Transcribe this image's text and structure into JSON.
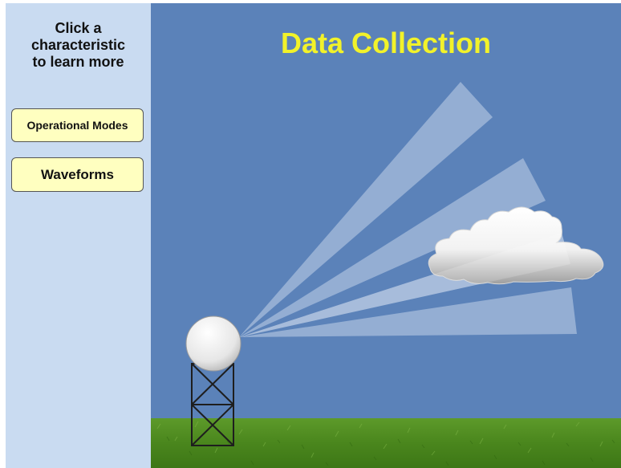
{
  "sidebar": {
    "heading_lines": [
      "Click a",
      "characteristic",
      "to learn more"
    ],
    "buttons": [
      {
        "label": "Operational Modes"
      },
      {
        "label": "Waveforms"
      }
    ]
  },
  "scene": {
    "title": "Data Collection",
    "colors": {
      "sky": "#5b82b9",
      "title": "#f2f22a",
      "beam": "#c3d4ea",
      "ground": "#4d8a1f",
      "tower": "#1e1e1e",
      "button_fill": "#ffffc0",
      "sidebar": "#c9dbf1"
    },
    "beam_count": 4
  }
}
